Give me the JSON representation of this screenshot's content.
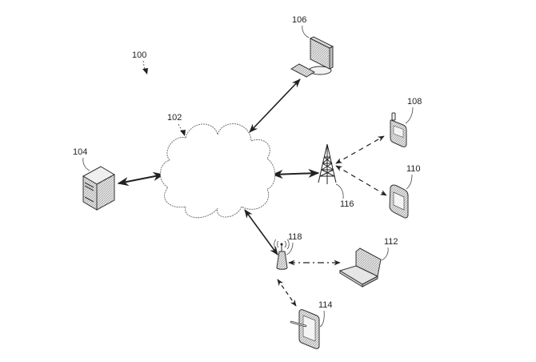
{
  "figure": {
    "system_ref": "100",
    "colors": {
      "line": "#222222",
      "fill": "#ffffff",
      "shade": "#d8d8d8"
    }
  },
  "nodes": [
    {
      "id": "network",
      "ref": "102",
      "kind": "cloud-network"
    },
    {
      "id": "server",
      "ref": "104",
      "kind": "server"
    },
    {
      "id": "desktop",
      "ref": "106",
      "kind": "desktop-computer"
    },
    {
      "id": "cellphone",
      "ref": "108",
      "kind": "mobile-phone"
    },
    {
      "id": "pda",
      "ref": "110",
      "kind": "handheld-device"
    },
    {
      "id": "laptop",
      "ref": "112",
      "kind": "laptop-computer"
    },
    {
      "id": "tablet",
      "ref": "114",
      "kind": "tablet-with-stylus"
    },
    {
      "id": "cell-tower",
      "ref": "116",
      "kind": "cell-tower"
    },
    {
      "id": "access-point",
      "ref": "118",
      "kind": "wireless-access-point"
    }
  ],
  "connections": [
    {
      "from": "network",
      "to": "server",
      "style": "solid",
      "bidirectional": true
    },
    {
      "from": "network",
      "to": "desktop",
      "style": "solid",
      "bidirectional": true
    },
    {
      "from": "network",
      "to": "cell-tower",
      "style": "solid",
      "bidirectional": true
    },
    {
      "from": "network",
      "to": "access-point",
      "style": "solid",
      "bidirectional": true
    },
    {
      "from": "cell-tower",
      "to": "cellphone",
      "style": "dashed",
      "bidirectional": true
    },
    {
      "from": "cell-tower",
      "to": "pda",
      "style": "dashed",
      "bidirectional": true
    },
    {
      "from": "access-point",
      "to": "laptop",
      "style": "dash-dot",
      "bidirectional": true
    },
    {
      "from": "access-point",
      "to": "tablet",
      "style": "dashed",
      "bidirectional": true
    }
  ]
}
